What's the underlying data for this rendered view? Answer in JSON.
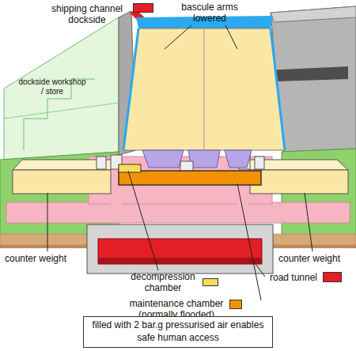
{
  "diagram": {
    "nodes": [
      {
        "text": [
          "filled with 2 bar.g pressurised air enables safe human access"
        ]
      }
    ],
    "labels": [
      "bascule arms lowered",
      "dockside workshop / store",
      "counter weight",
      "counter weight"
    ],
    "legend": [
      {
        "text": "shipping channel dockside",
        "color": "#e31e24"
      },
      {
        "text": "decompression chamber",
        "color": "#f7dc5a"
      },
      {
        "text": "maintenance chamber (normally flooded)",
        "color": "#f39200"
      },
      {
        "text": "road tunnel",
        "color": "#e31e24"
      }
    ]
  }
}
